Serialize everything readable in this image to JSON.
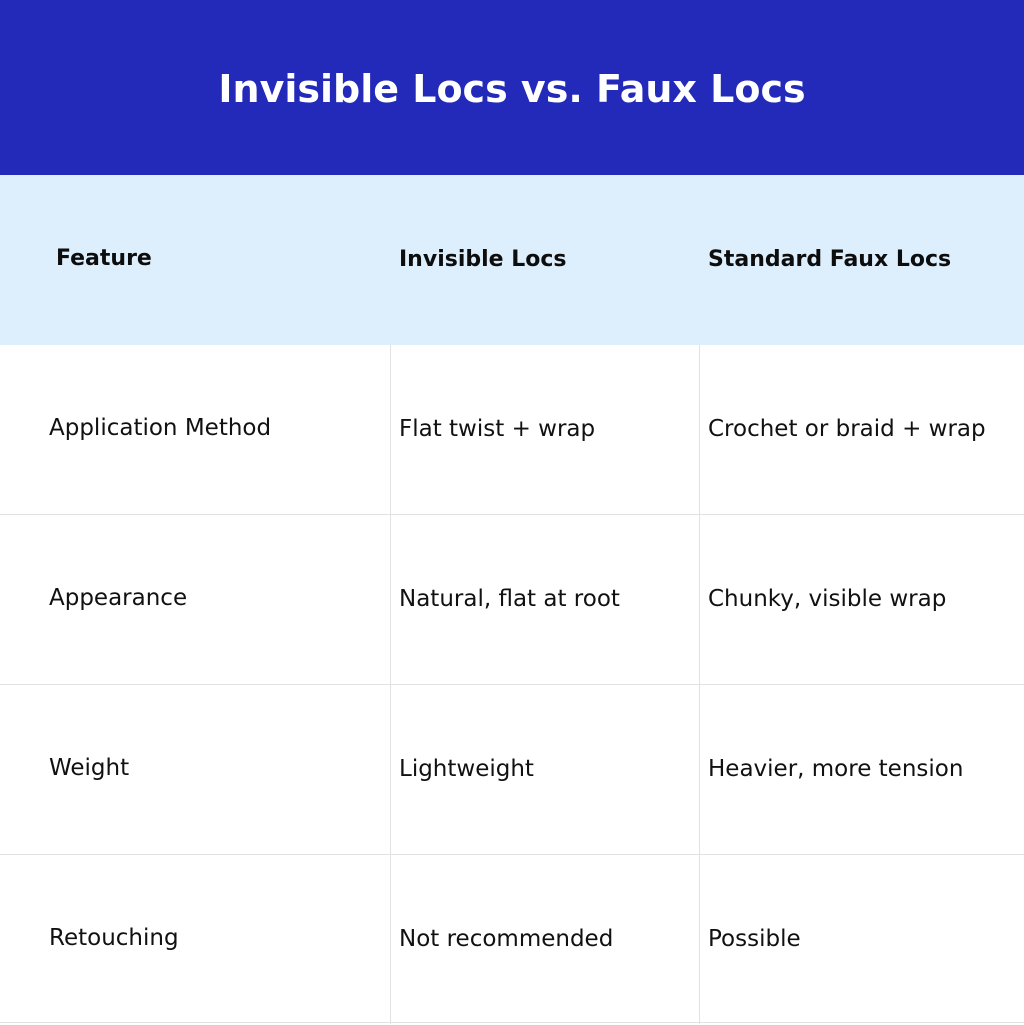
{
  "title": "Invisible Locs vs. Faux Locs",
  "colors": {
    "title_background": "#2329b8",
    "header_background": "#ddeffd",
    "title_text": "#ffffff"
  },
  "table": {
    "headers": [
      "Feature",
      "Invisible Locs",
      "Standard Faux Locs"
    ],
    "rows": [
      [
        "Application Method",
        "Flat twist + wrap",
        "Crochet or braid + wrap"
      ],
      [
        "Appearance",
        "Natural, flat at root",
        "Chunky, visible wrap"
      ],
      [
        "Weight",
        "Lightweight",
        "Heavier, more tension"
      ],
      [
        "Retouching",
        "Not recommended",
        "Possible"
      ]
    ]
  }
}
